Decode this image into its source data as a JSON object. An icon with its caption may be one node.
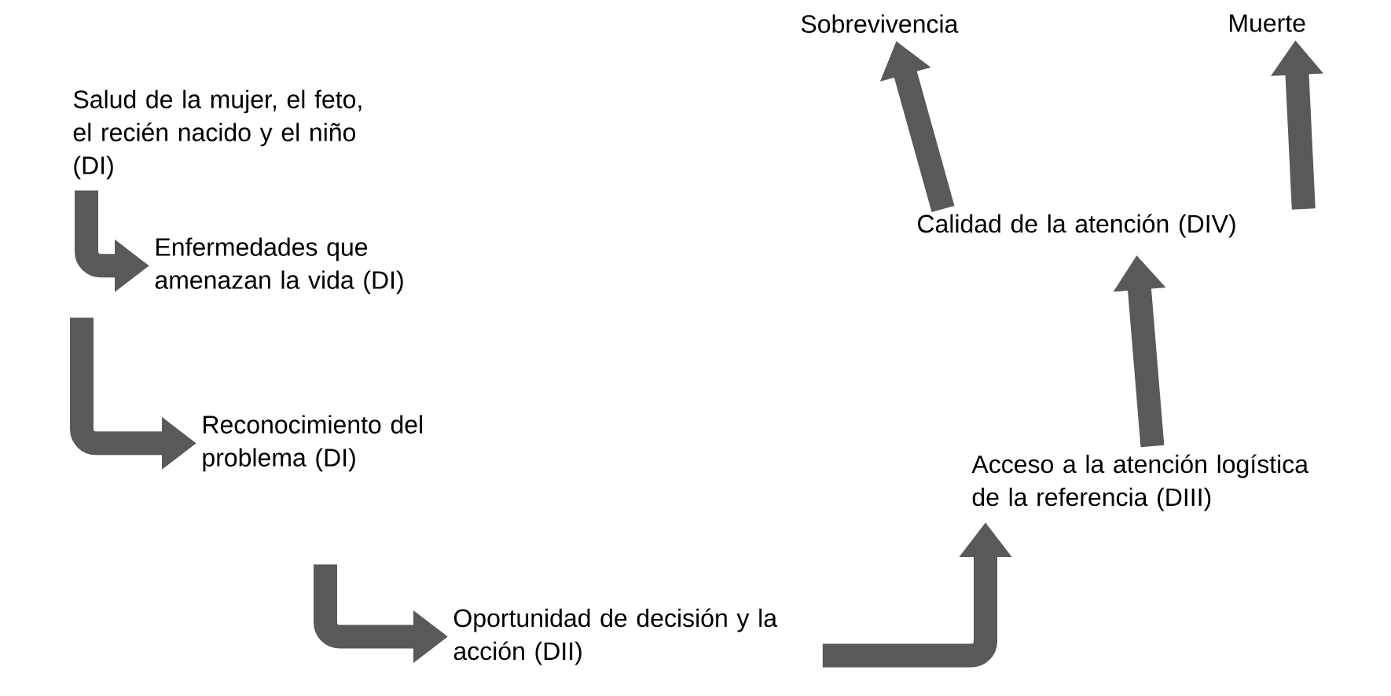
{
  "diagram": {
    "nodes": [
      {
        "text": [
          "Salud de la mujer, el feto, el recién nacido y el niño (DI)"
        ]
      },
      {
        "text": [
          "Enfermedades que amenazan la vida (DI)"
        ]
      },
      {
        "text": [
          "Reconocimiento del problema (DI)"
        ]
      },
      {
        "text": [
          "Oportunidad de decisión y la acción (DII)"
        ]
      },
      {
        "text": [
          "Acceso a la atención logística de la referencia (DIII)"
        ]
      },
      {
        "text": [
          "Calidad de la atención (DIV)"
        ]
      },
      {
        "text": [
          "Sobrevivencia"
        ]
      },
      {
        "text": [
          "Muerte"
        ]
      }
    ],
    "edges": [
      {
        "from": 0,
        "to": 1,
        "arrow": "to"
      },
      {
        "from": 1,
        "to": 2,
        "arrow": "to"
      },
      {
        "from": 2,
        "to": 3,
        "arrow": "to"
      },
      {
        "from": 3,
        "to": 4,
        "arrow": "to"
      },
      {
        "from": 4,
        "to": 5,
        "arrow": "to"
      },
      {
        "from": 5,
        "to": 6,
        "arrow": "to"
      },
      {
        "from": 5,
        "to": 7,
        "arrow": "to"
      }
    ]
  }
}
